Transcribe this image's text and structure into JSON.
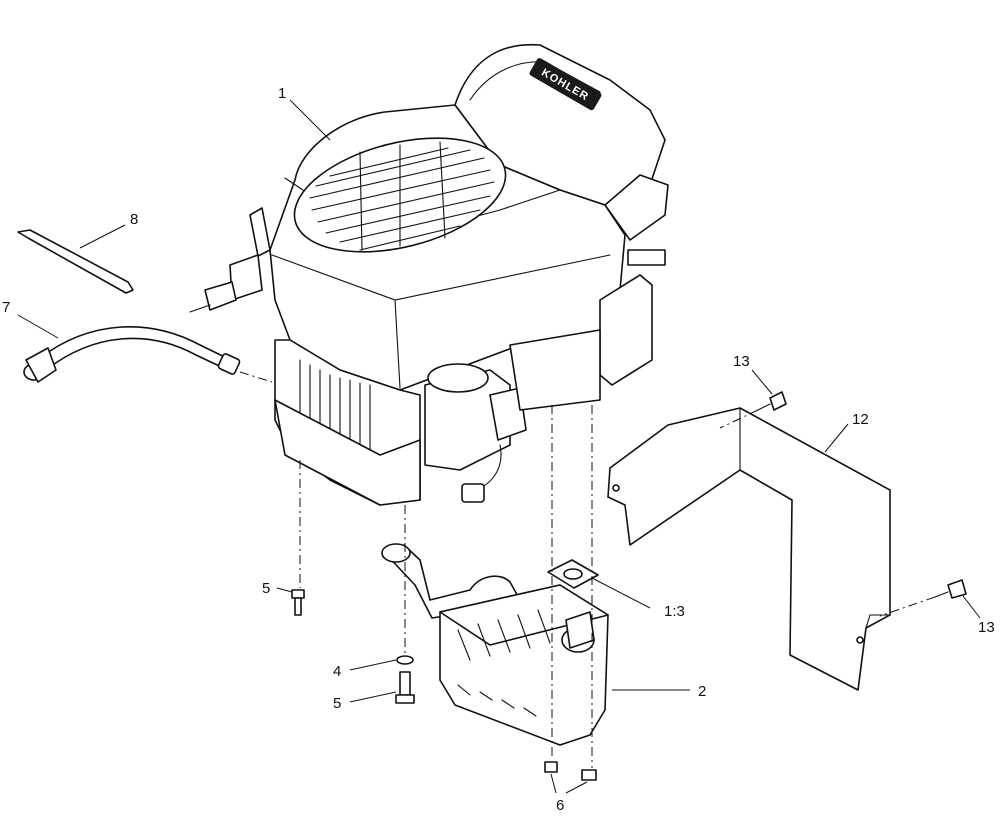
{
  "brand_text": "KOHLER",
  "callouts": [
    {
      "id": "engine",
      "label": "1"
    },
    {
      "id": "fuel-filter-clamp",
      "label": "8"
    },
    {
      "id": "fuel-hose",
      "label": "7"
    },
    {
      "id": "exhaust-bolt-13-upper",
      "label": "13"
    },
    {
      "id": "heat-shield",
      "label": "12"
    },
    {
      "id": "muffler-gasket",
      "label": "1:3"
    },
    {
      "id": "exhaust-bolt-13-lower",
      "label": "13"
    },
    {
      "id": "bolt-5-upper",
      "label": "5"
    },
    {
      "id": "washer",
      "label": "4"
    },
    {
      "id": "bolt-5-lower",
      "label": "5"
    },
    {
      "id": "muffler",
      "label": "2"
    },
    {
      "id": "nuts",
      "label": "6"
    }
  ]
}
